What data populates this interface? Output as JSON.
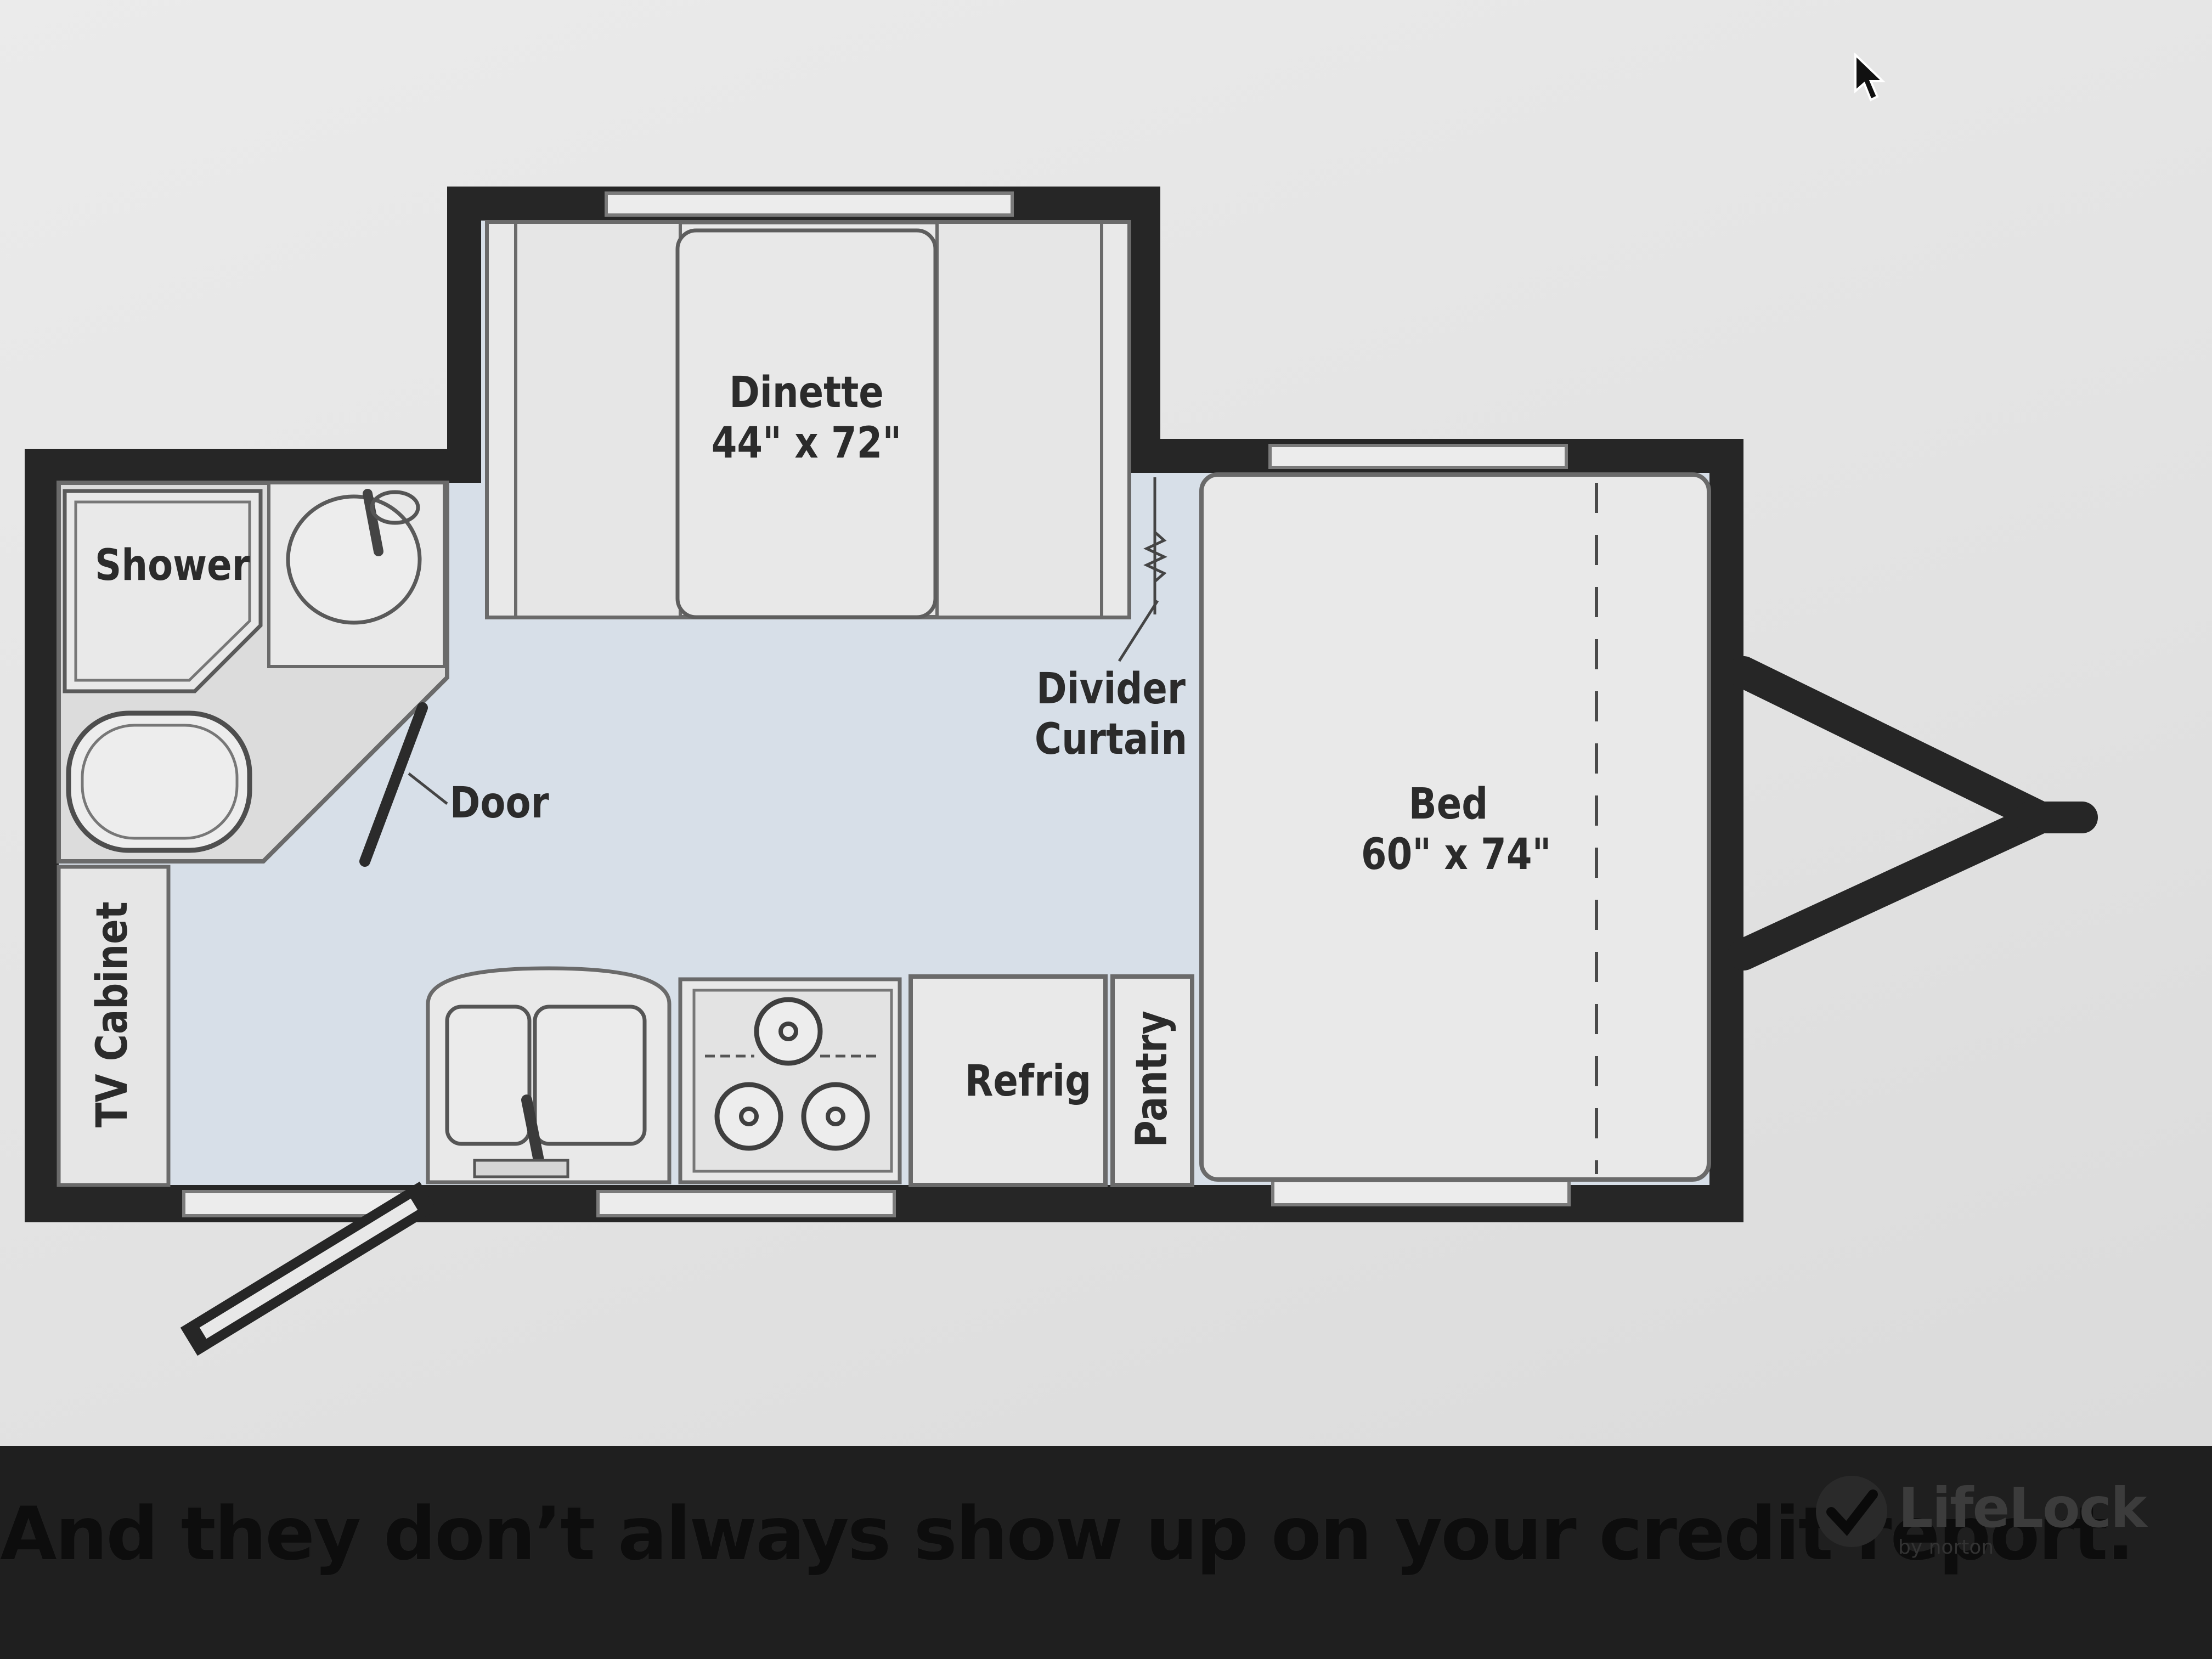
{
  "floorplan": {
    "dinette": {
      "name": "Dinette",
      "size": "44\" x 72\""
    },
    "shower": "Shower",
    "door": "Door",
    "divider_curtain": [
      "Divider",
      "Curtain"
    ],
    "bed": {
      "name": "Bed",
      "size": "60\" x 74\""
    },
    "tv_cabinet": "TV Cabinet",
    "refrig": "Refrig",
    "pantry": "Pantry"
  },
  "ad_banner": {
    "text": "And they don’t always show up on your credit report.",
    "brand": {
      "name": "LifeLock",
      "sub": "by norton"
    }
  },
  "colors": {
    "wall": "#262626",
    "floor": "#d7dfe8",
    "furniture": "#e9e9e9",
    "outline": "#6a6a6a",
    "banner": "#1f1f1f"
  }
}
